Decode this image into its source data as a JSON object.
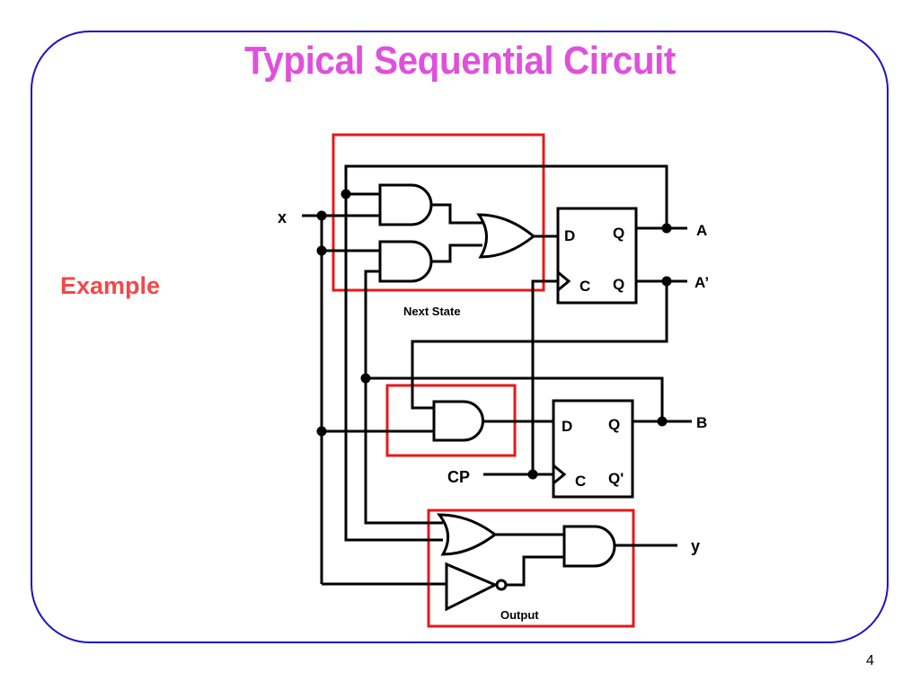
{
  "slide": {
    "title": "Typical Sequential Circuit",
    "side_label": "Example",
    "page_number": "4",
    "colors": {
      "title": "#e050dc",
      "side_label": "#f24848",
      "frame": "#1a14c8",
      "highlight_box": "#e81818",
      "wire": "#000000"
    }
  },
  "circuit": {
    "inputs": {
      "x": "x",
      "clock": "CP"
    },
    "outputs": {
      "A": "A",
      "A_not": "A’",
      "B": "B",
      "y": "y"
    },
    "flip_flop_A": {
      "d": "D",
      "c": "C",
      "q": "Q",
      "q_not": "Q"
    },
    "flip_flop_B": {
      "d": "D",
      "c": "C",
      "q": "Q",
      "q_not": "Q'"
    },
    "regions": {
      "next_state": "Next State",
      "output": "Output"
    },
    "gates": [
      "AND",
      "AND",
      "OR",
      "AND",
      "OR",
      "NOT",
      "AND"
    ]
  }
}
